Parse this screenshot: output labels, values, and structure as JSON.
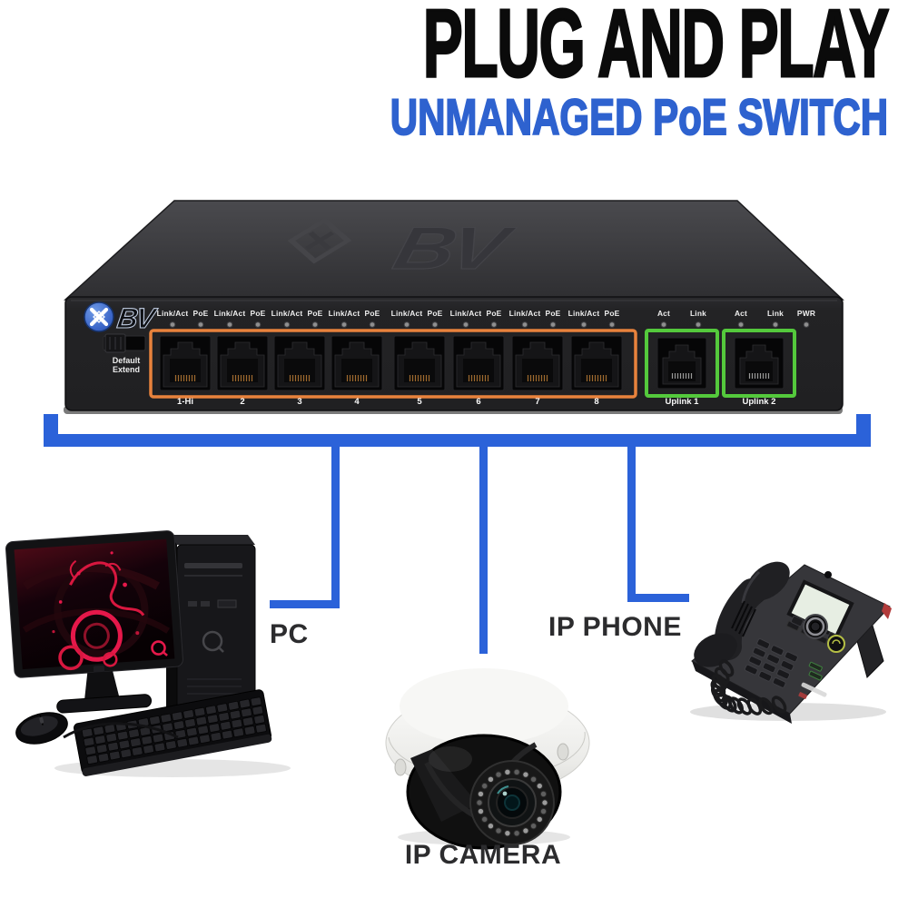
{
  "header": {
    "title": "PLUG AND PLAY",
    "subtitle": "UNMANAGED PoE SWITCH"
  },
  "colors": {
    "line_blue": "#2b62d9",
    "subtitle_blue": "#2e62cf",
    "poe_group_orange": "#e8823c",
    "uplink_green": "#54c93c"
  },
  "switch": {
    "brand": "BV",
    "top_logo": "BV",
    "mode_labels": [
      "Default",
      "Extend"
    ],
    "pwr_label": "PWR",
    "ports": [
      {
        "number": "1-Hi",
        "leds": [
          "Link/Act",
          "PoE"
        ]
      },
      {
        "number": "2",
        "leds": [
          "Link/Act",
          "PoE"
        ]
      },
      {
        "number": "3",
        "leds": [
          "Link/Act",
          "PoE"
        ]
      },
      {
        "number": "4",
        "leds": [
          "Link/Act",
          "PoE"
        ]
      },
      {
        "number": "5",
        "leds": [
          "Link/Act",
          "PoE"
        ]
      },
      {
        "number": "6",
        "leds": [
          "Link/Act",
          "PoE"
        ]
      },
      {
        "number": "7",
        "leds": [
          "Link/Act",
          "PoE"
        ]
      },
      {
        "number": "8",
        "leds": [
          "Link/Act",
          "PoE"
        ]
      }
    ],
    "uplink_ports": [
      {
        "number": "Uplink 1",
        "leds": [
          "Act",
          "Link"
        ]
      },
      {
        "number": "Uplink 2",
        "leds": [
          "Act",
          "Link"
        ]
      }
    ]
  },
  "labels": {
    "pc": "PC",
    "camera": "IP CAMERA",
    "phone": "IP PHONE"
  }
}
